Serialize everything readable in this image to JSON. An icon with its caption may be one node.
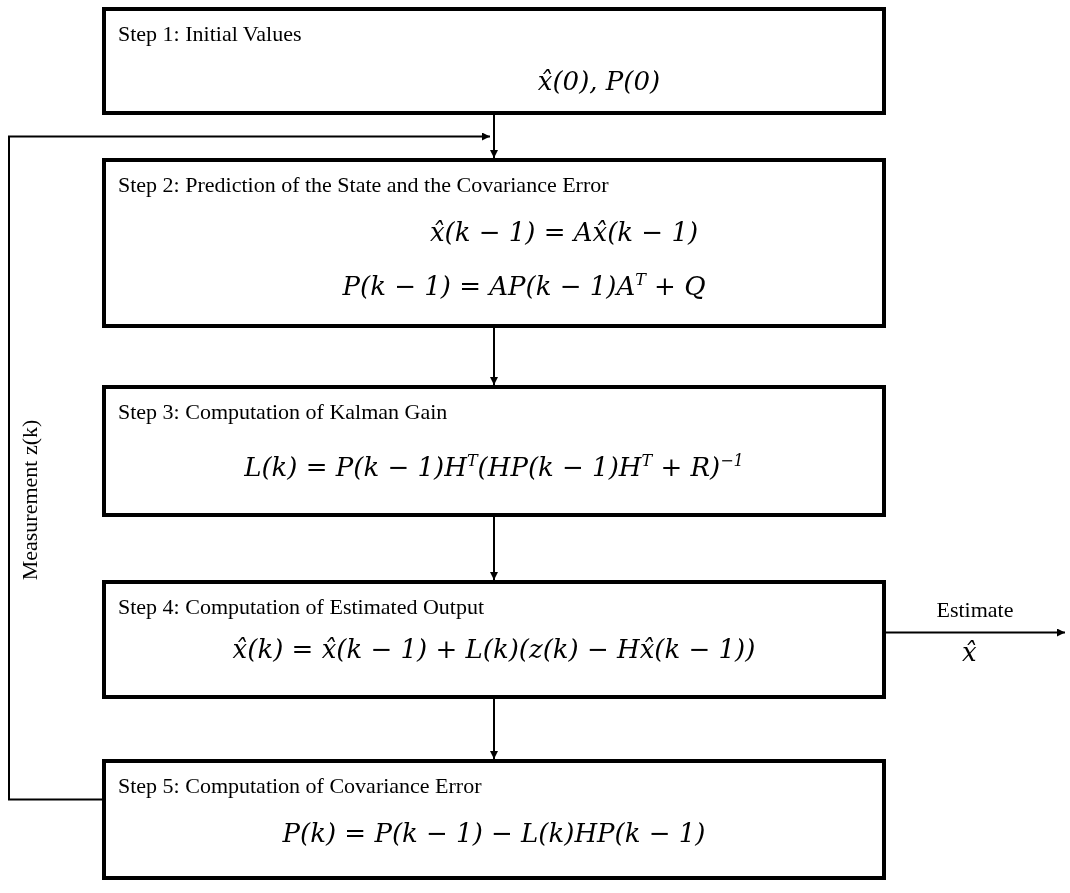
{
  "diagram": {
    "nodes": [
      {
        "text": [
          "Step 1: Initial Values",
          "x̂(0), P(0)"
        ]
      },
      {
        "text": [
          "Step 2: Prediction of the State and the Covariance Error",
          "x̂(k − 1) = Ax̂(k − 1)",
          "P(k − 1) = AP(k − 1)A$^{T}$ + Q"
        ]
      },
      {
        "text": [
          "Step 3: Computation of Kalman Gain",
          "L(k) = P(k − 1)H$^{T}$(HP(k − 1)H$^{T}$ + R)$^{−1}$"
        ]
      },
      {
        "text": [
          "Step 4: Computation of Estimated Output",
          "x̂(k) = x̂(k − 1) + L(k)(z(k) − Hx̂(k − 1))"
        ]
      },
      {
        "text": [
          "Step 5: Computation of Covariance Error",
          "P(k) = P(k − 1) − L(k)HP(k − 1)"
        ]
      }
    ],
    "edges": [
      {
        "from": 0,
        "to": 1,
        "arrow": "to"
      },
      {
        "from": 1,
        "to": 2,
        "arrow": "to"
      },
      {
        "from": 2,
        "to": 3,
        "arrow": "to"
      },
      {
        "from": 3,
        "to": 4,
        "arrow": "to"
      },
      {
        "from": 4,
        "to": 1,
        "arrow": "to",
        "label": "Measurement z(k)"
      },
      {
        "from": 3,
        "to": null,
        "arrow": "to",
        "label": "Estimate"
      }
    ],
    "labels": [
      "x̂"
    ]
  }
}
